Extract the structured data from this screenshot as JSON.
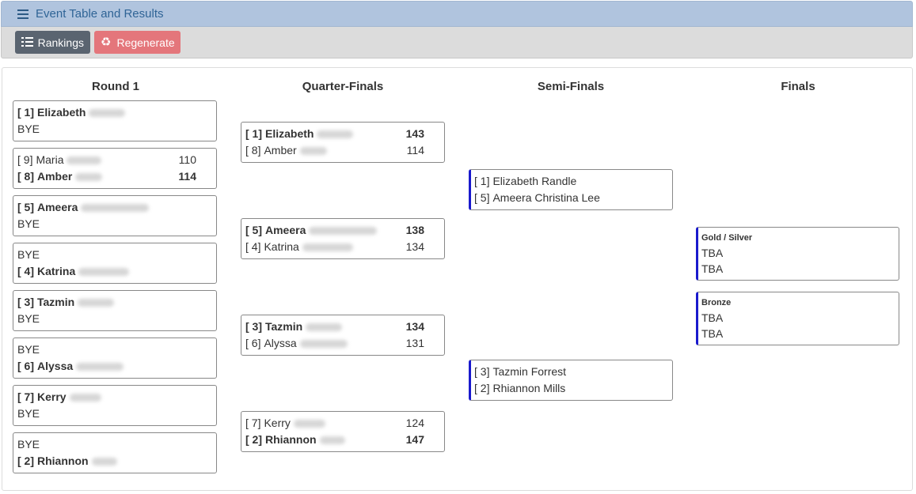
{
  "header": {
    "title": "Event Table and Results",
    "icon": "list-icon"
  },
  "toolbar": {
    "rankings_label": "Rankings",
    "regenerate_label": "Regenerate",
    "colors": {
      "rankings": "#5a6470",
      "regenerate": "#e4767b"
    }
  },
  "rounds": {
    "r1": "Round 1",
    "qf": "Quarter-Finals",
    "sf": "Semi-Finals",
    "f": "Finals"
  },
  "round1": [
    {
      "rows": [
        {
          "seed": "[  1]",
          "name": "Elizabeth",
          "bold": true,
          "blur": 46
        },
        {
          "bye": "BYE"
        }
      ]
    },
    {
      "rows": [
        {
          "seed": "[  9]",
          "name": "Maria",
          "bold": false,
          "blur": 44,
          "score": "110"
        },
        {
          "seed": "[  8]",
          "name": "Amber",
          "bold": true,
          "blur": 34,
          "score": "114"
        }
      ]
    },
    {
      "rows": [
        {
          "seed": "[  5]",
          "name": "Ameera",
          "bold": true,
          "blur": 86
        },
        {
          "bye": "BYE"
        }
      ]
    },
    {
      "rows": [
        {
          "bye": "BYE"
        },
        {
          "seed": "[  4]",
          "name": "Katrina",
          "bold": true,
          "blur": 64
        }
      ]
    },
    {
      "rows": [
        {
          "seed": "[  3]",
          "name": "Tazmin",
          "bold": true,
          "blur": 46
        },
        {
          "bye": "BYE"
        }
      ]
    },
    {
      "rows": [
        {
          "bye": "BYE"
        },
        {
          "seed": "[  6]",
          "name": "Alyssa",
          "bold": true,
          "blur": 60
        }
      ]
    },
    {
      "rows": [
        {
          "seed": "[  7]",
          "name": "Kerry",
          "bold": true,
          "blur": 40
        },
        {
          "bye": "BYE"
        }
      ]
    },
    {
      "rows": [
        {
          "bye": "BYE"
        },
        {
          "seed": "[  2]",
          "name": "Rhiannon",
          "bold": true,
          "blur": 32
        }
      ]
    }
  ],
  "quarterfinals": [
    {
      "rows": [
        {
          "seed": "[  1]",
          "name": "Elizabeth",
          "bold": true,
          "blur": 46,
          "score": "143"
        },
        {
          "seed": "[  8]",
          "name": "Amber",
          "bold": false,
          "blur": 34,
          "score": "114"
        }
      ]
    },
    {
      "rows": [
        {
          "seed": "[  5]",
          "name": "Ameera",
          "bold": true,
          "blur": 86,
          "score": "138"
        },
        {
          "seed": "[  4]",
          "name": "Katrina",
          "bold": false,
          "blur": 64,
          "score": "134"
        }
      ]
    },
    {
      "rows": [
        {
          "seed": "[  3]",
          "name": "Tazmin",
          "bold": true,
          "blur": 46,
          "score": "134"
        },
        {
          "seed": "[  6]",
          "name": "Alyssa",
          "bold": false,
          "blur": 60,
          "score": "131"
        }
      ]
    },
    {
      "rows": [
        {
          "seed": "[  7]",
          "name": "Kerry",
          "bold": false,
          "blur": 40,
          "score": "124"
        },
        {
          "seed": "[  2]",
          "name": "Rhiannon",
          "bold": true,
          "blur": 32,
          "score": "147"
        }
      ]
    }
  ],
  "semifinals": [
    {
      "rows": [
        {
          "seed": "[  1]",
          "name": "Elizabeth Randle"
        },
        {
          "seed": "[  5]",
          "name": "Ameera Christina Lee"
        }
      ]
    },
    {
      "rows": [
        {
          "seed": "[  3]",
          "name": "Tazmin Forrest"
        },
        {
          "seed": "[  2]",
          "name": "Rhiannon Mills"
        }
      ]
    }
  ],
  "finals": [
    {
      "label": "Gold / Silver",
      "rows": [
        "TBA",
        "TBA"
      ]
    },
    {
      "label": "Bronze",
      "rows": [
        "TBA",
        "TBA"
      ]
    }
  ],
  "colors": {
    "header_bg": "#b0c4de",
    "header_text": "#2f6496",
    "accent_border": "#1a1acd"
  }
}
